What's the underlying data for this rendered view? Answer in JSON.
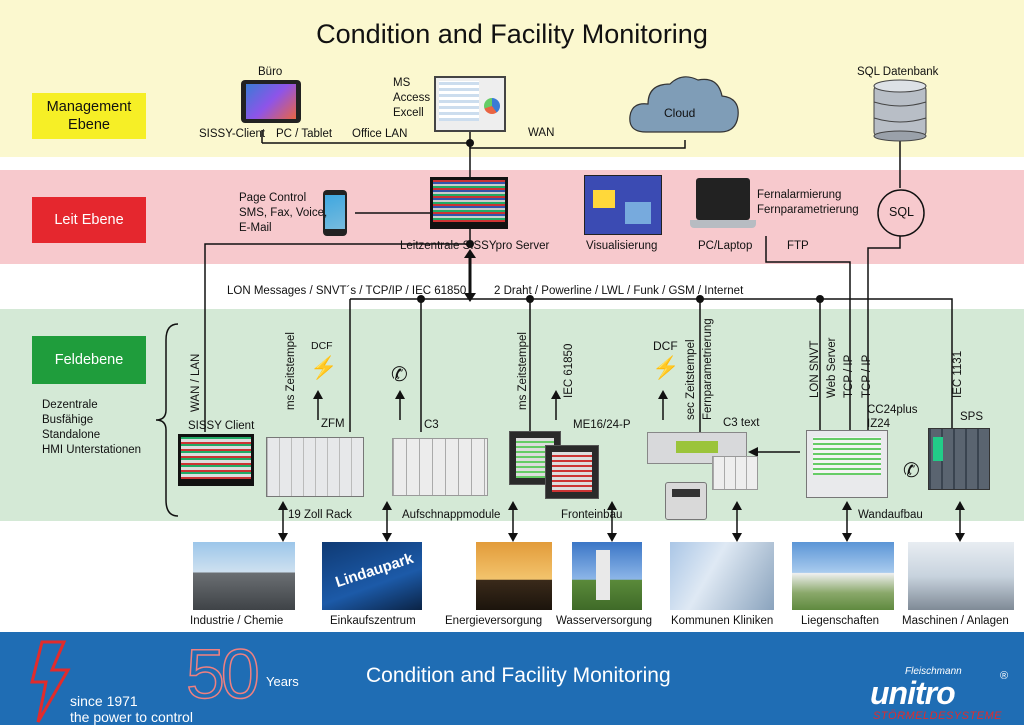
{
  "title": "Condition and Facility Monitoring",
  "levels": {
    "management": "Management Ebene",
    "leit": "Leit Ebene",
    "feld": "Feldebene"
  },
  "colors": {
    "management_band": "#fbf8cf",
    "leit_band": "#f7c9cd",
    "feld_band": "#d4e9d6",
    "management_box": "#f6ef26",
    "leit_box": "#e5272e",
    "feld_box": "#1f9d3c",
    "footer": "#1f6db4",
    "footer_accent": "#e12c2c",
    "cloud_blue": "#7f9db7"
  },
  "labels": {
    "buero": "Büro",
    "sissy_client_top": "SISSY-Client",
    "pc_tablet": "PC / Tablet",
    "office_lan": "Office LAN",
    "wan": "WAN",
    "ms_office": "MS\nAccess\nExcell",
    "cloud": "Cloud",
    "sql_datenbank": "SQL Datenbank",
    "page_control": "Page Control\nSMS, Fax, Voice,\nE-Mail",
    "leitzentrale": "Leitzentrale SISSYpro Server",
    "visualisierung": "Visualisierung",
    "pc_laptop": "PC/Laptop",
    "fernalarmierung": "Fernalarmierung\nFernparametrierung",
    "ftp": "FTP",
    "sql": "SQL",
    "bus_left": "LON Messages / SNVT´s / TCP/IP / IEC 61850",
    "bus_right": "2 Draht / Powerline / LWL / Funk / GSM / Internet",
    "wan_lan": "WAN / LAN",
    "ms_zeitstempel_1": "ms Zeitstempel",
    "dcf_1": "DCF",
    "zfm": "ZFM",
    "c3": "C3",
    "ms_zeitstempel_2": "ms Zeitstempel",
    "iec_61850": "IEC 61850",
    "me16": "ME16/24-P",
    "dcf_2": "DCF",
    "sec_zeitstempel": "sec Zeitstempel",
    "fernparametrierung": "Fernparametrierung",
    "c3_text": "C3 text",
    "lon_snvt": "LON SNVT",
    "web_server": "Web Server",
    "tcp_ip_1": "TCP / IP",
    "tcp_ip_2": "TCP / IP",
    "cc24plus": "CC24plus\nIZ24",
    "iec_1131": "IEC 1131",
    "sps": "SPS",
    "feld_list": "Dezentrale\nBusfähige\nStandalone\nHMI Unterstationen",
    "sissy_client_feld": "SISSY Client",
    "zoll_rack": "19 Zoll Rack",
    "aufschnapp": "Aufschnappmodule",
    "fronteinbau": "Fronteinbau",
    "wandaufbau": "Wandaufbau"
  },
  "photos": [
    "Industrie / Chemie",
    "Einkaufszentrum",
    "Energieversorgung",
    "Wasserversorgung",
    "Kommunen Kliniken",
    "Liegenschaften",
    "Maschinen / Anlagen"
  ],
  "photo_caption_lindau": "Lindaupark",
  "footer": {
    "years_number": "50",
    "years_label": "Years",
    "title": "Condition and Facility Monitoring",
    "since": "since 1971",
    "tagline": "the power to control",
    "brand_small": "Fleischmann",
    "brand": "unitro",
    "brand_reg": "®",
    "brand_sub": "STÖRMELDESYSTEME"
  }
}
